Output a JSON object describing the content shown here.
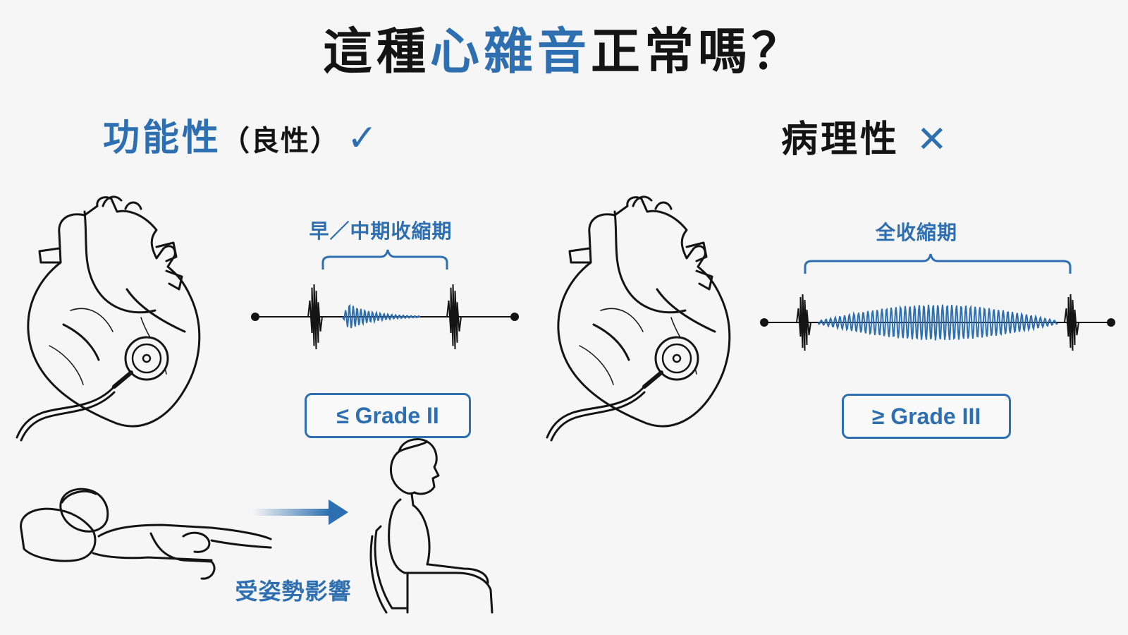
{
  "title": {
    "part1": "這種",
    "highlight": "心雜音",
    "part2": "正常嗎？"
  },
  "left": {
    "heading": "功能性",
    "heading_sub": "（良性）",
    "mark": "✓",
    "timing_label": "早／中期收縮期",
    "grade": "≤ Grade II",
    "posture_label": "受姿勢影響"
  },
  "right": {
    "heading": "病理性",
    "mark": "✕",
    "timing_label": "全收縮期",
    "grade": "≥ Grade III"
  },
  "colors": {
    "accent": "#2d6fb0",
    "ink": "#141414",
    "background": "#f6f6f6"
  },
  "icons": [
    "heart-icon",
    "stethoscope-icon",
    "lying-person-icon",
    "sitting-person-icon",
    "arrow-right-icon"
  ]
}
